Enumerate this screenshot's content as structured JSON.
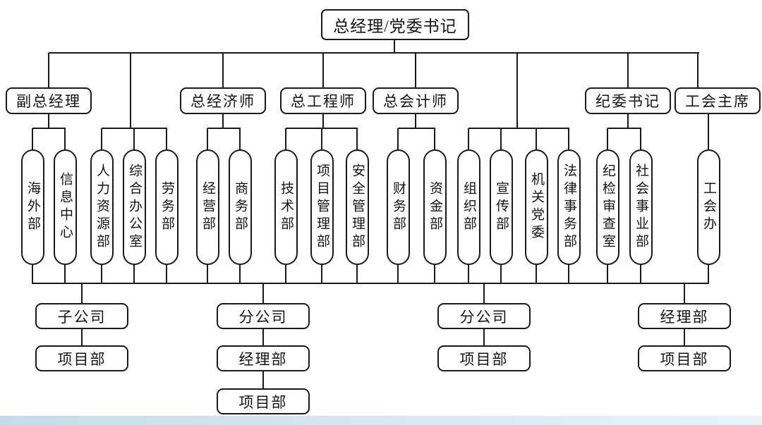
{
  "page": {
    "background": "#ffffff",
    "line_color": "#1a1a1a",
    "bottom_strip_colors": [
      "#c6dbea",
      "#eaf2f8"
    ]
  },
  "org_chart": {
    "root": {
      "id": "root",
      "label": "总经理/党委书记"
    },
    "executives": [
      {
        "id": "vice_gm",
        "label": "副总经理",
        "parent": "总经理/党委书记"
      },
      {
        "id": "chief_economist",
        "label": "总经济师",
        "parent": "总经理/党委书记"
      },
      {
        "id": "chief_engineer",
        "label": "总工程师",
        "parent": "总经理/党委书记"
      },
      {
        "id": "chief_accountant",
        "label": "总会计师",
        "parent": "总经理/党委书记"
      },
      {
        "id": "discipline_secretary",
        "label": "纪委书记",
        "parent": "总经理/党委书记"
      },
      {
        "id": "union_chairman",
        "label": "工会主席",
        "parent": "总经理/党委书记"
      }
    ],
    "departments": [
      {
        "id": "overseas",
        "label": "海外部",
        "parent": "副总经理"
      },
      {
        "id": "info_center",
        "label": "信息中心",
        "parent": "副总经理"
      },
      {
        "id": "hr",
        "label": "人力资源部",
        "parent": "总经理/党委书记"
      },
      {
        "id": "general_office",
        "label": "综合办公室",
        "parent": "总经理/党委书记"
      },
      {
        "id": "labor",
        "label": "劳务部",
        "parent": "总经理/党委书记"
      },
      {
        "id": "operations",
        "label": "经营部",
        "parent": "总经济师"
      },
      {
        "id": "commerce",
        "label": "商务部",
        "parent": "总经济师"
      },
      {
        "id": "technology",
        "label": "技术部",
        "parent": "总工程师"
      },
      {
        "id": "project_mgmt",
        "label": "项目管理部",
        "parent": "总工程师"
      },
      {
        "id": "safety_mgmt",
        "label": "安全管理部",
        "parent": "总工程师"
      },
      {
        "id": "finance",
        "label": "财务部",
        "parent": "总会计师"
      },
      {
        "id": "funds",
        "label": "资金部",
        "parent": "总会计师"
      },
      {
        "id": "organization",
        "label": "组织部",
        "parent": "总经理/党委书记"
      },
      {
        "id": "publicity",
        "label": "宣传部",
        "parent": "总经理/党委书记"
      },
      {
        "id": "party_committee",
        "label": "机关党委",
        "parent": "总经理/党委书记"
      },
      {
        "id": "legal",
        "label": "法律事务部",
        "parent": "总经理/党委书记"
      },
      {
        "id": "discipline_inspection",
        "label": "纪检审查室",
        "parent": "纪委书记"
      },
      {
        "id": "social_affairs",
        "label": "社会事业部",
        "parent": "纪委书记"
      },
      {
        "id": "union_office",
        "label": "工会办",
        "parent": "工会主席"
      }
    ],
    "subordinate_columns": [
      {
        "boxes": [
          {
            "id": "subsidiary",
            "label": "子公司"
          },
          {
            "id": "project_a",
            "label": "项目部"
          }
        ]
      },
      {
        "boxes": [
          {
            "id": "branch1",
            "label": "分公司"
          },
          {
            "id": "manager1",
            "label": "经理部"
          },
          {
            "id": "project_b",
            "label": "项目部"
          }
        ]
      },
      {
        "boxes": [
          {
            "id": "branch2",
            "label": "分公司"
          },
          {
            "id": "project_c",
            "label": "项目部"
          }
        ]
      },
      {
        "boxes": [
          {
            "id": "manager2",
            "label": "经理部"
          },
          {
            "id": "project_d",
            "label": "项目部"
          }
        ]
      }
    ]
  }
}
